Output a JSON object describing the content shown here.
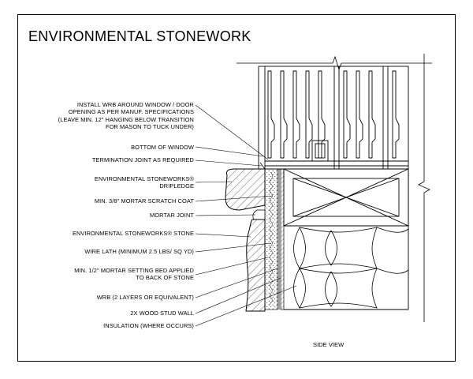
{
  "title": "ENVIRONMENTAL STONEWORK",
  "view_label": "SIDE VIEW",
  "callouts": [
    {
      "id": "wrb-window",
      "lines": [
        "INSTALL WRB AROUND WINDOW / DOOR",
        "OPENING AS PER MANUF. SPECIFICATIONS",
        "(LEAVE MIN. 12\" HANGING BELOW TRANSITION",
        "FOR MASON TO TUCK UNDER)"
      ]
    },
    {
      "id": "bottom-window",
      "lines": [
        "BOTTOM OF WINDOW"
      ]
    },
    {
      "id": "termination-joint",
      "lines": [
        "TERMINATION JOINT AS REQUIRED"
      ]
    },
    {
      "id": "dripledge",
      "lines": [
        "ENVIRONMENTAL STONEWORKS® ",
        "DRIPLEDGE"
      ]
    },
    {
      "id": "scratch-coat",
      "lines": [
        "MIN. 3/8\" MORTAR SCRATCH COAT"
      ]
    },
    {
      "id": "mortar-joint",
      "lines": [
        "MORTAR JOINT"
      ]
    },
    {
      "id": "stone",
      "lines": [
        "ENVIRONMENTAL STONEWORKS® STONE"
      ]
    },
    {
      "id": "wire-lath",
      "lines": [
        "WIRE LATH (MINIMUM 2.5 LBS/ SQ YD)"
      ]
    },
    {
      "id": "setting-bed",
      "lines": [
        "MIN. 1/2\" MORTAR SETTING BED APPLIED",
        "TO BACK OF STONE"
      ]
    },
    {
      "id": "wrb-layers",
      "lines": [
        "WRB (2 LAYERS OR EQUIVALENT)"
      ]
    },
    {
      "id": "stud-wall",
      "lines": [
        "2X WOOD STUD WALL"
      ]
    },
    {
      "id": "insulation",
      "lines": [
        "INSULATION (WHERE OCCURS)"
      ]
    }
  ]
}
